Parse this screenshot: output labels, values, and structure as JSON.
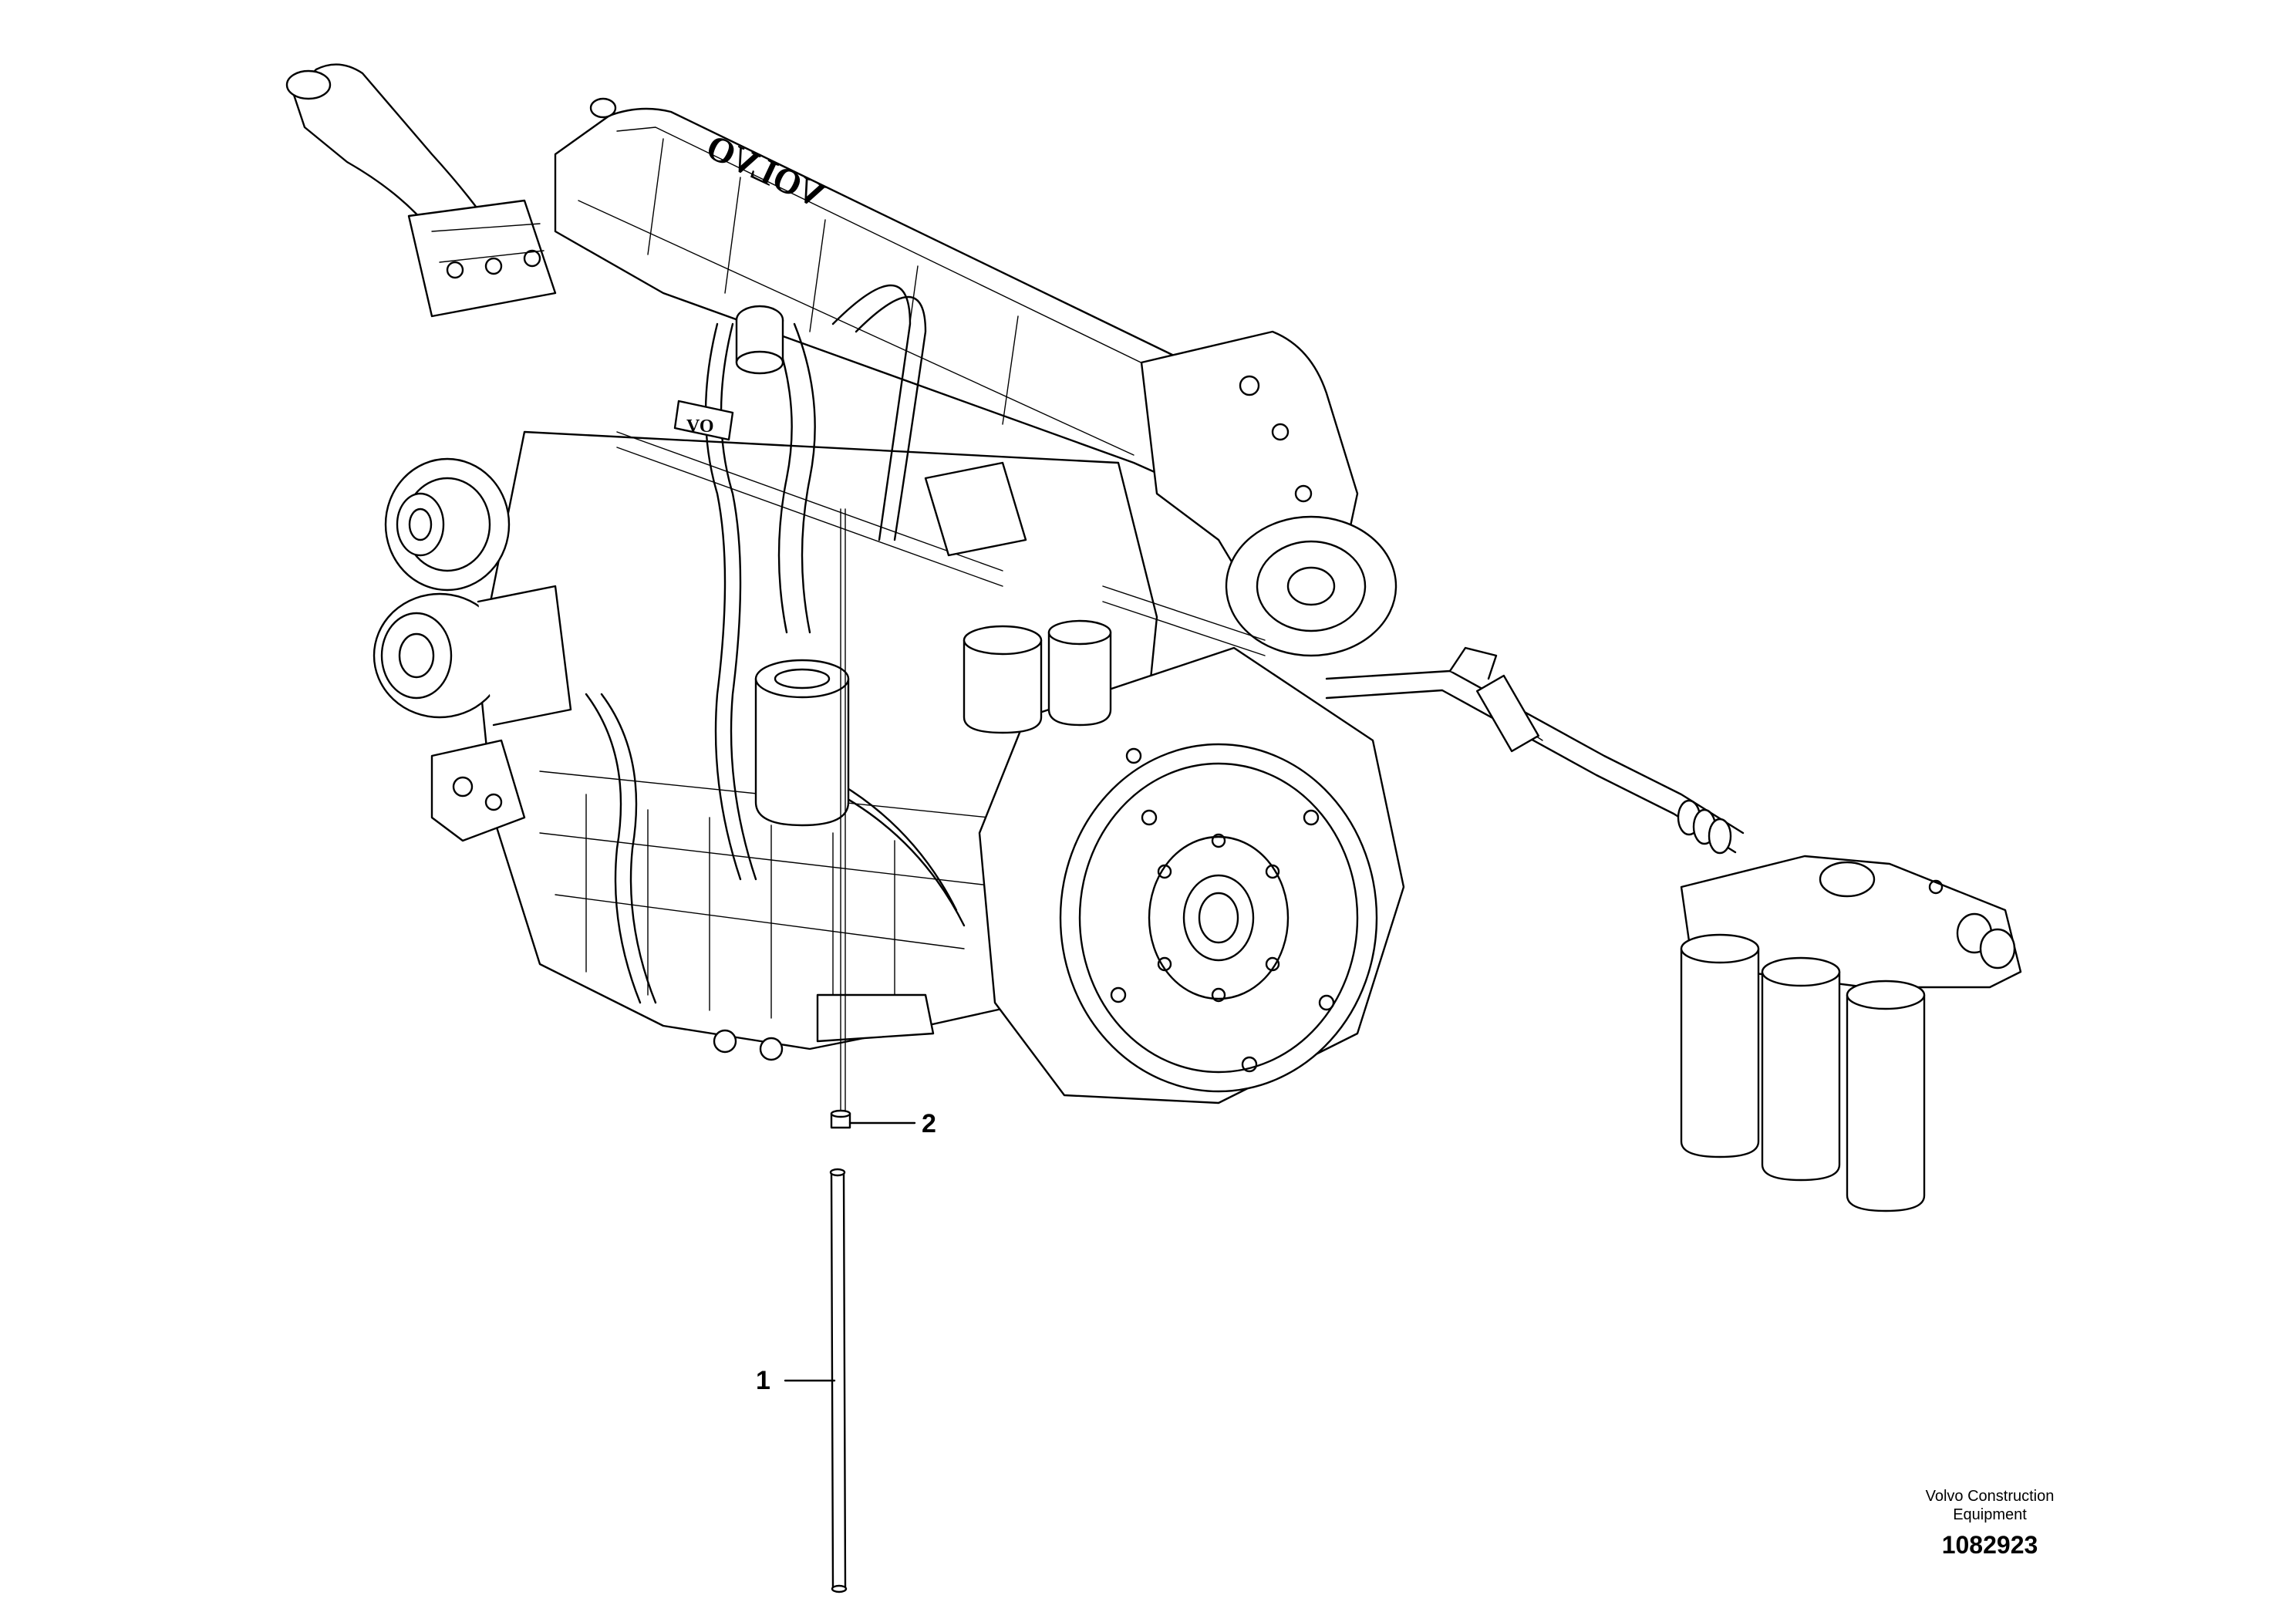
{
  "logo_text": "VOLVO",
  "plate_text": "VO",
  "callouts": [
    {
      "label": "1"
    },
    {
      "label": "2"
    }
  ],
  "footer": {
    "company": "Volvo Construction\nEquipment",
    "figure_number": "1082923"
  }
}
